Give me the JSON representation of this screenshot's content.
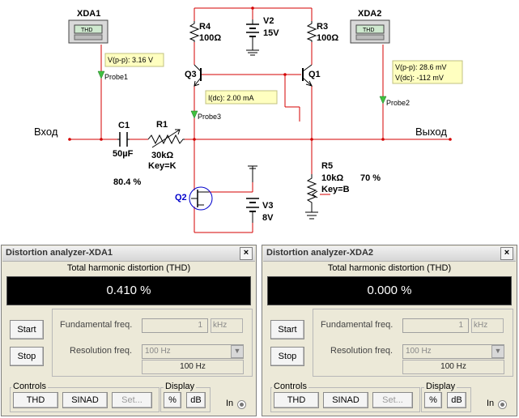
{
  "schematic": {
    "input_label": "Вход",
    "output_label": "Выход",
    "components": {
      "xda1": "XDA1",
      "xda2": "XDA2",
      "thd_icon": "THD",
      "c1_name": "C1",
      "c1_value": "50µF",
      "r1_name": "R1",
      "r1_value": "30kΩ",
      "r1_key": "Key=K",
      "r1_percent": "80.4 %",
      "r4_name": "R4",
      "r4_value": "100Ω",
      "v2_name": "V2",
      "v2_value": "15V",
      "r3_name": "R3",
      "r3_value": "100Ω",
      "q3_name": "Q3",
      "q1_name": "Q1",
      "q2_name": "Q2",
      "r5_name": "R5",
      "r5_value": "10kΩ",
      "r5_key": "Key=B",
      "r5_percent": "70 %",
      "v3_name": "V3",
      "v3_value": "8V"
    },
    "probes": {
      "probe1_name": "Probe1",
      "probe1_line1": "V(p-p): 3.16 V",
      "probe2_name": "Probe2",
      "probe2_line1": "V(p-p): 28.6 mV",
      "probe2_line2": "V(dc): -112 mV",
      "probe3_name": "Probe3",
      "probe3_line1": "I(dc): 2.00 mA"
    },
    "colors": {
      "wire": "#d40000",
      "component": "#000000",
      "probe_fill": "#ffffc0",
      "q2": "#0000cc"
    }
  },
  "analyzers": [
    {
      "title": "Distortion analyzer-XDA1",
      "thd_heading": "Total harmonic distortion (THD)",
      "reading": "0.410 %",
      "start": "Start",
      "stop": "Stop",
      "fund_label": "Fundamental freq.",
      "fund_value": "1",
      "fund_unit": "kHz",
      "res_label": "Resolution freq.",
      "res_select": "100 Hz",
      "res_value": "100 Hz",
      "controls_label": "Controls",
      "thd_btn": "THD",
      "sinad_btn": "SINAD",
      "set_btn": "Set...",
      "display_label": "Display",
      "pct_btn": "%",
      "db_btn": "dB",
      "in_label": "In"
    },
    {
      "title": "Distortion analyzer-XDA2",
      "thd_heading": "Total harmonic distortion (THD)",
      "reading": "0.000 %",
      "start": "Start",
      "stop": "Stop",
      "fund_label": "Fundamental freq.",
      "fund_value": "1",
      "fund_unit": "kHz",
      "res_label": "Resolution freq.",
      "res_select": "100 Hz",
      "res_value": "100 Hz",
      "controls_label": "Controls",
      "thd_btn": "THD",
      "sinad_btn": "SINAD",
      "set_btn": "Set...",
      "display_label": "Display",
      "pct_btn": "%",
      "db_btn": "dB",
      "in_label": "In"
    }
  ]
}
